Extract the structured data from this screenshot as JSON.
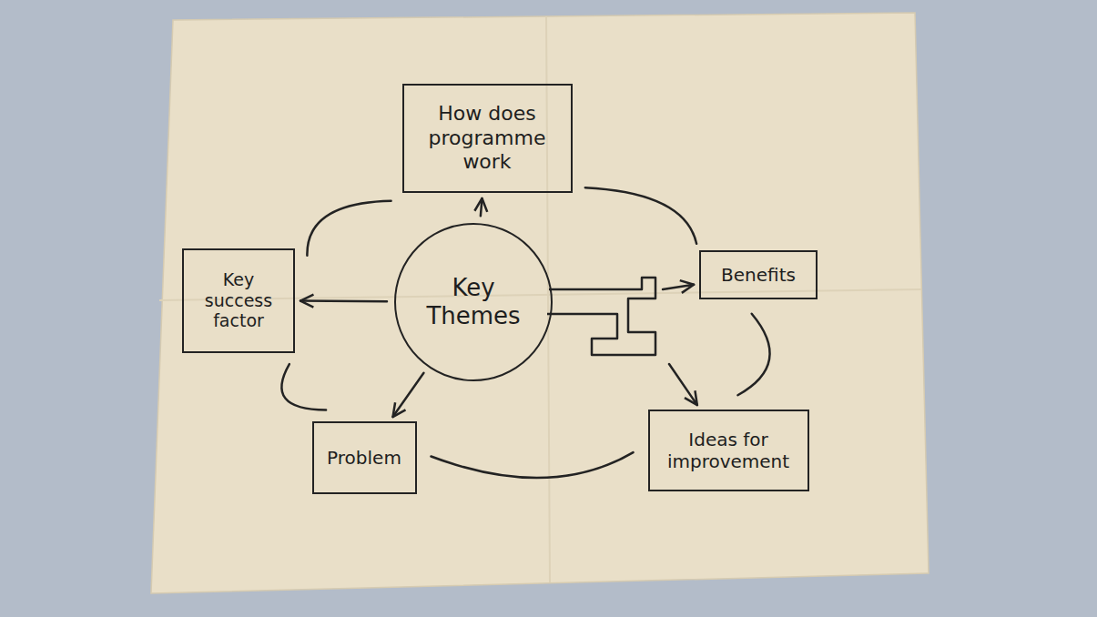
{
  "diagram": {
    "nodes": [
      {
        "text": [
          "Key Themes"
        ]
      },
      {
        "text": [
          "How does programme work"
        ]
      },
      {
        "text": [
          "Benefits"
        ]
      },
      {
        "text": [
          "Ideas for improvement"
        ]
      },
      {
        "text": [
          "Problem"
        ]
      },
      {
        "text": [
          "Key success factor"
        ]
      }
    ],
    "edges": [
      {
        "from": 0,
        "to": 1,
        "arrow": "to"
      },
      {
        "from": 0,
        "to": 2,
        "arrow": "to"
      },
      {
        "from": 0,
        "to": 3,
        "arrow": "to"
      },
      {
        "from": 0,
        "to": 4,
        "arrow": "to"
      },
      {
        "from": 0,
        "to": 5,
        "arrow": "to"
      },
      {
        "from": 1,
        "to": 2,
        "arrow": "none"
      },
      {
        "from": 2,
        "to": 3,
        "arrow": "none"
      },
      {
        "from": 3,
        "to": 4,
        "arrow": "none"
      },
      {
        "from": 4,
        "to": 5,
        "arrow": "none"
      },
      {
        "from": 5,
        "to": 1,
        "arrow": "none"
      }
    ]
  }
}
